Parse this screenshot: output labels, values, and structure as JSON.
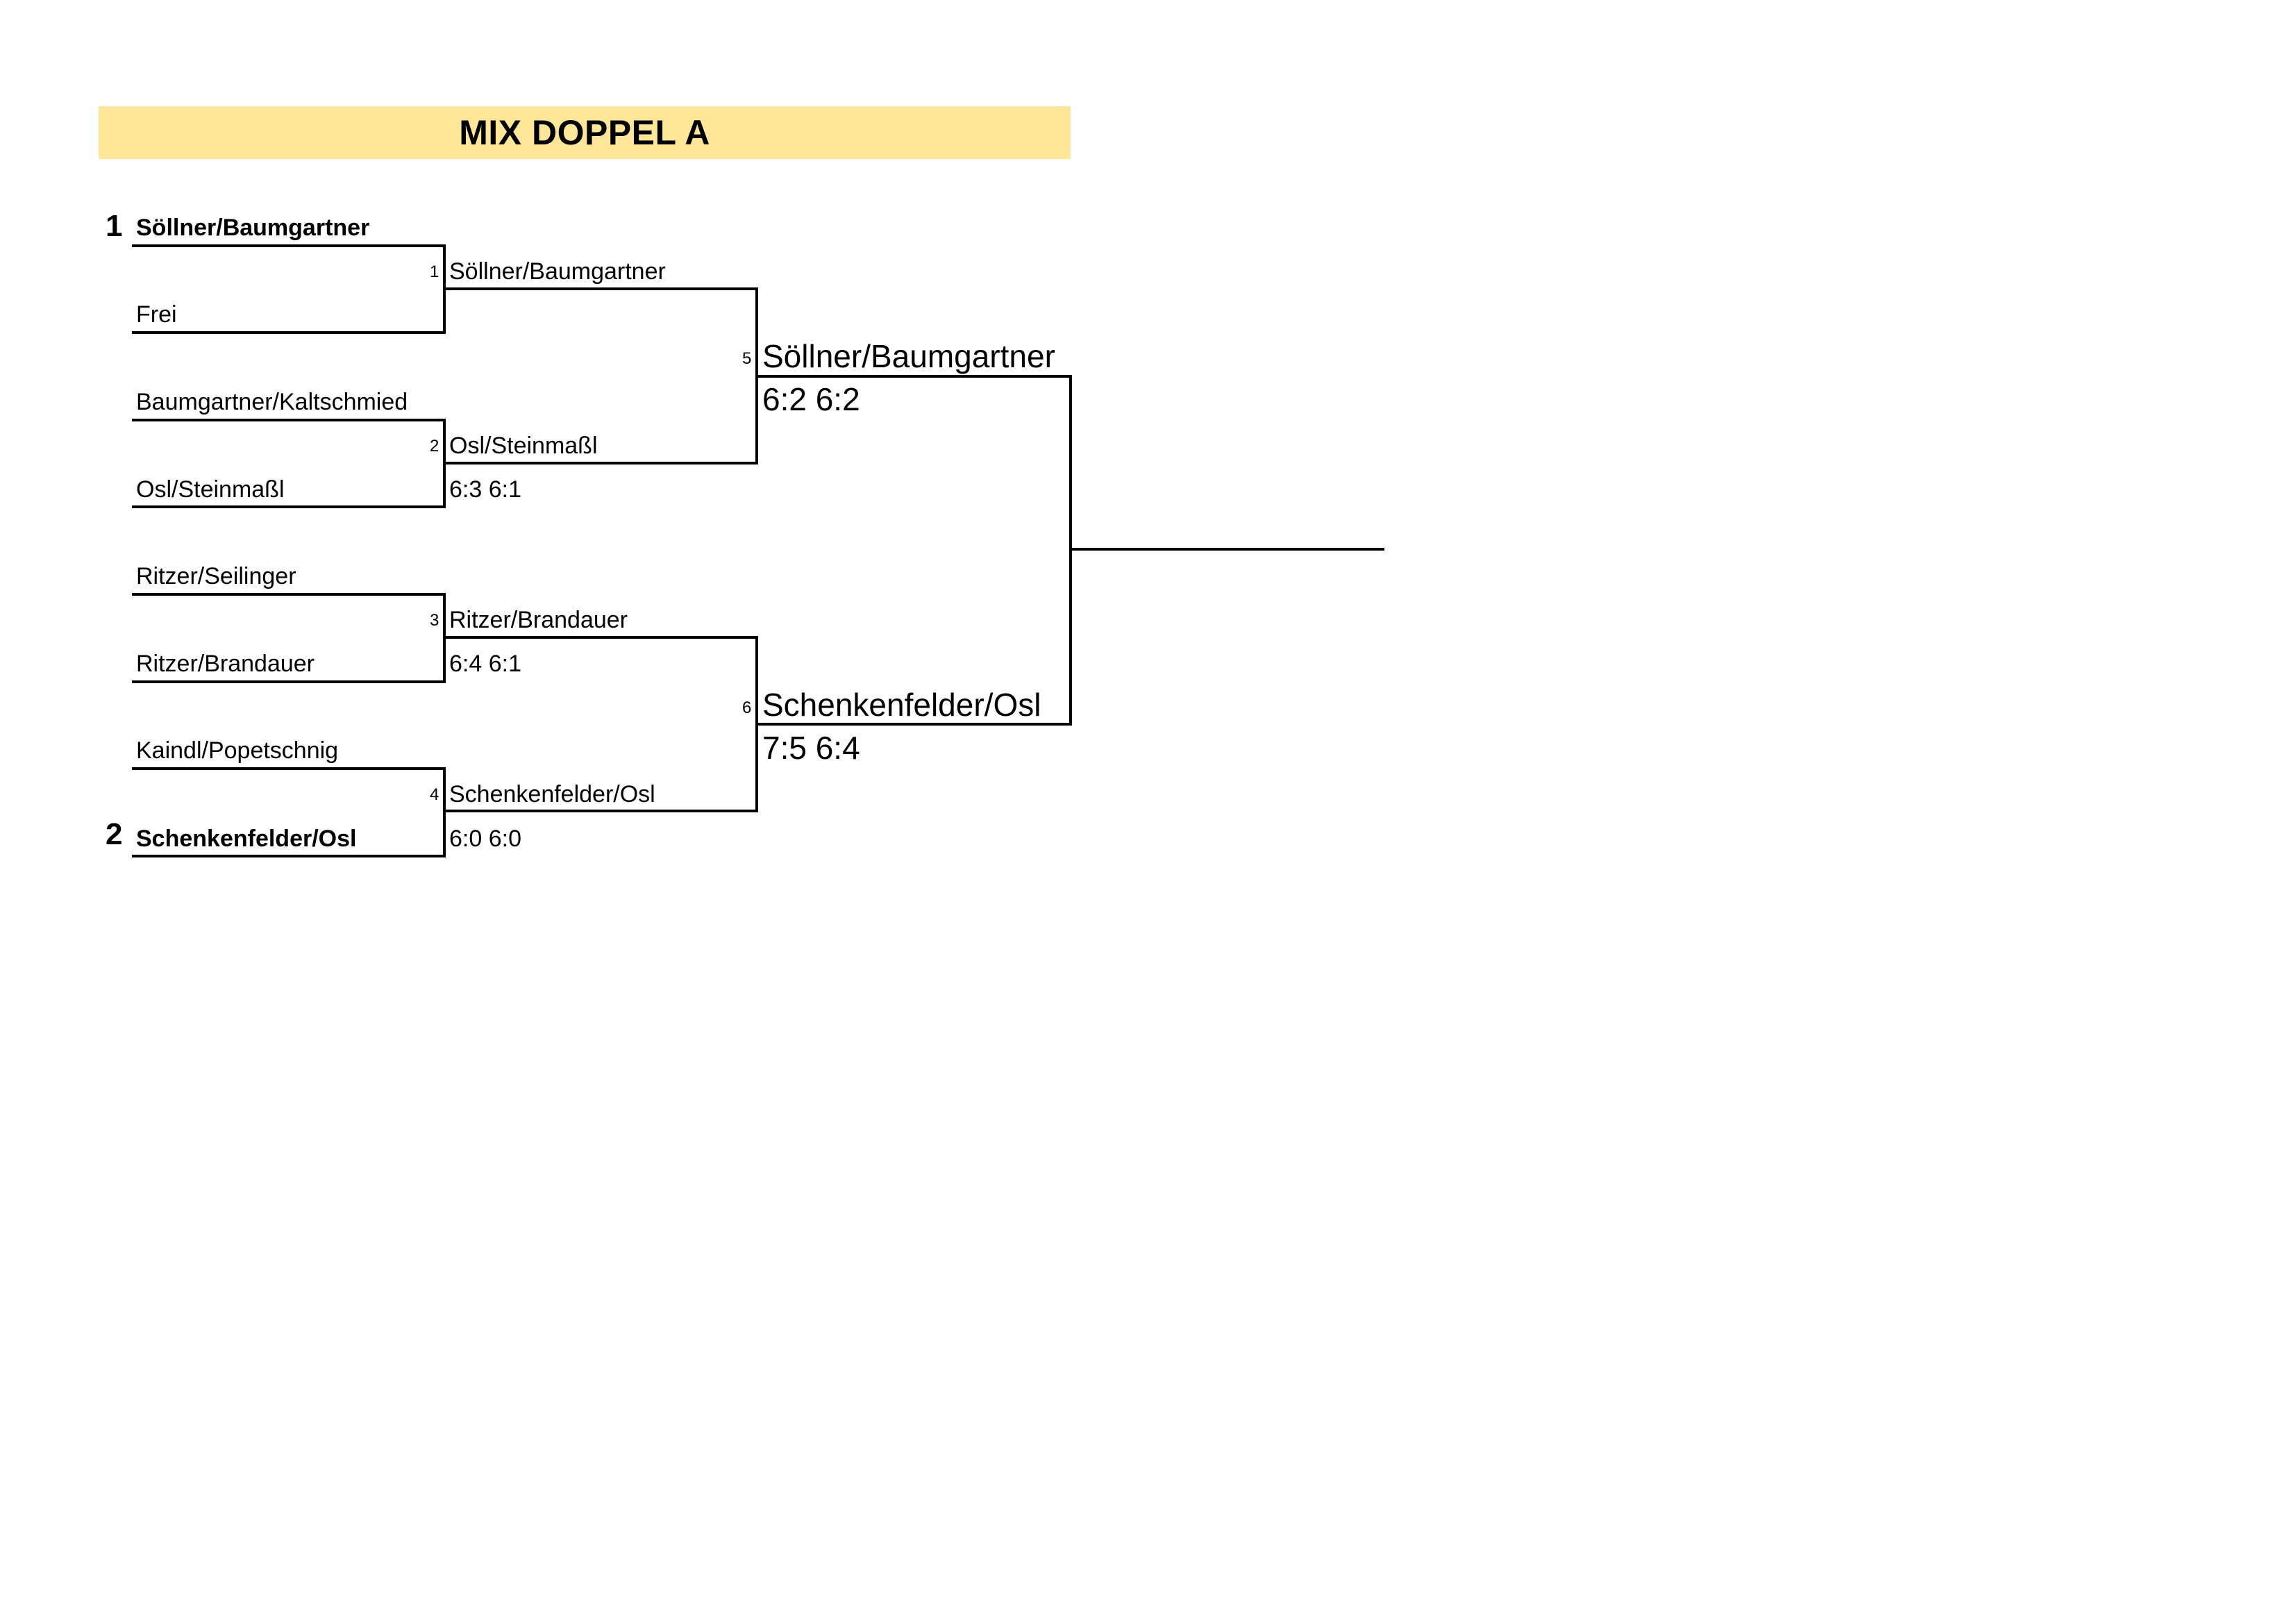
{
  "title": "MIX DOPPEL A",
  "seeds": {
    "top": "1",
    "bottom": "2"
  },
  "round1": [
    {
      "label": "Söllner/Baumgartner",
      "bold": true
    },
    {
      "label": "Frei"
    },
    {
      "label": "Baumgartner/Kaltschmied"
    },
    {
      "label": "Osl/Steinmaßl"
    },
    {
      "label": "Ritzer/Seilinger"
    },
    {
      "label": "Ritzer/Brandauer"
    },
    {
      "label": "Kaindl/Popetschnig"
    },
    {
      "label": "Schenkenfelder/Osl",
      "bold": true
    }
  ],
  "round2": [
    {
      "match": "1",
      "winner": "Söllner/Baumgartner",
      "score": ""
    },
    {
      "match": "2",
      "winner": "Osl/Steinmaßl",
      "score": "6:3 6:1"
    },
    {
      "match": "3",
      "winner": "Ritzer/Brandauer",
      "score": "6:4 6:1"
    },
    {
      "match": "4",
      "winner": "Schenkenfelder/Osl",
      "score": "6:0 6:0"
    }
  ],
  "round3": [
    {
      "match": "5",
      "winner": "Söllner/Baumgartner",
      "score": "6:2 6:2"
    },
    {
      "match": "6",
      "winner": "Schenkenfelder/Osl",
      "score": "7:5 6:4"
    }
  ],
  "final": {
    "winner": "",
    "score": ""
  },
  "colors": {
    "title_background": "#ffe699",
    "lines": "#000000"
  }
}
